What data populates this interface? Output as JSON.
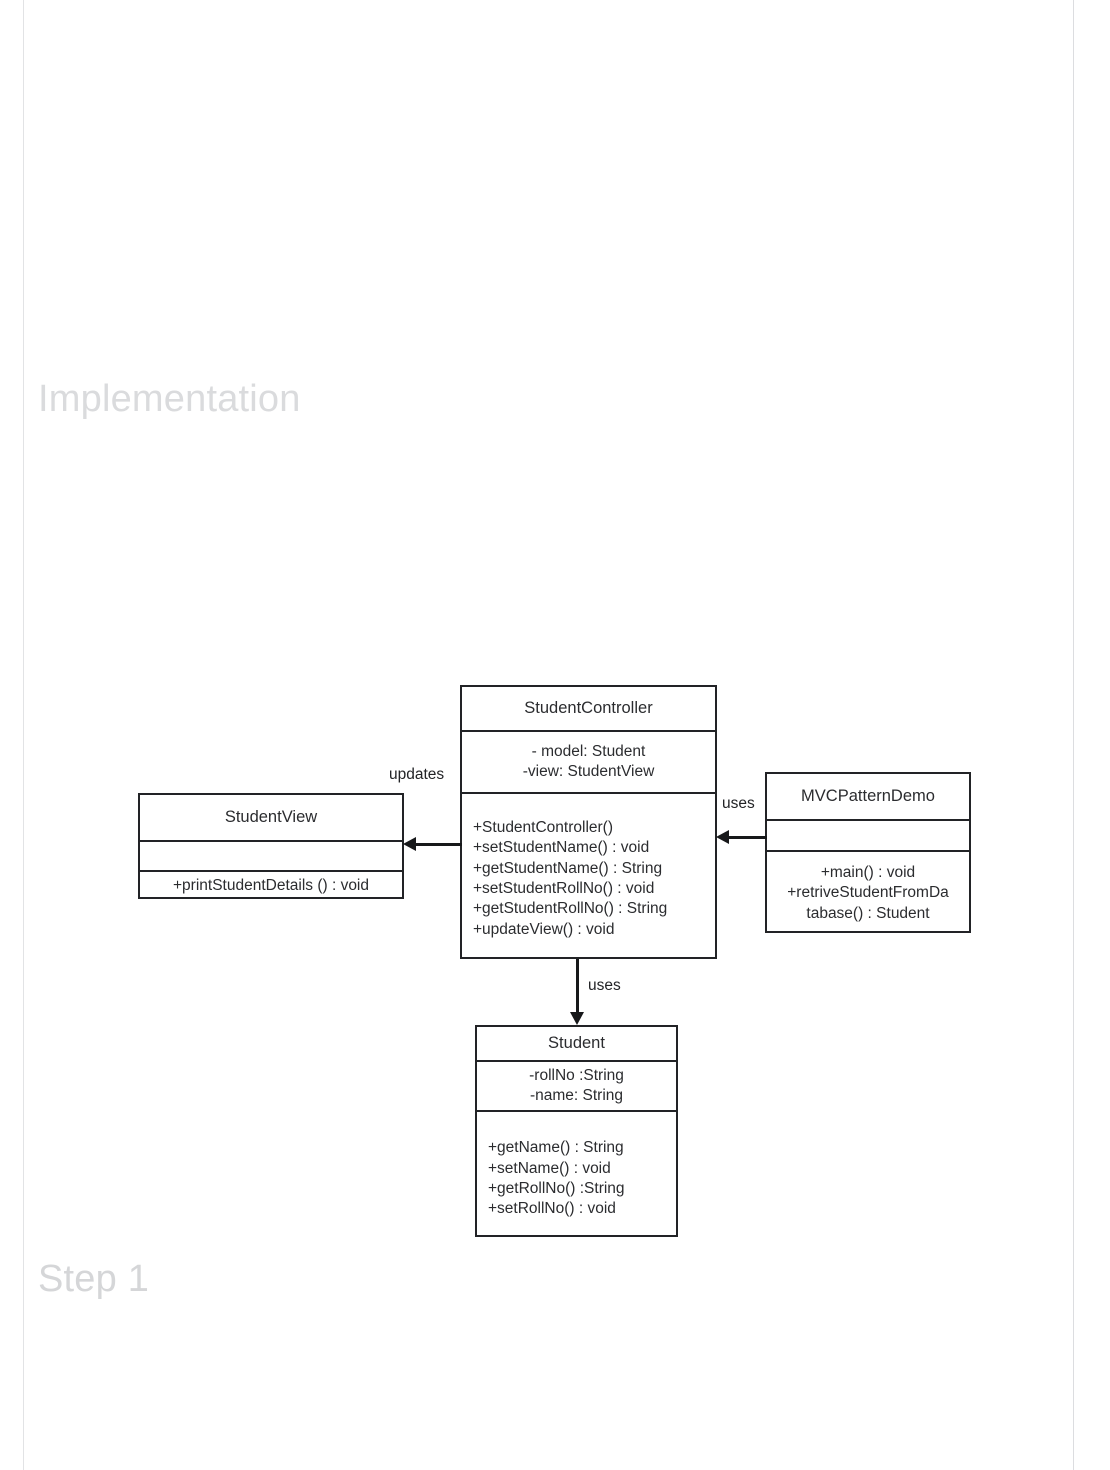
{
  "page": {
    "headings": [
      {
        "id": "implementation",
        "text": "Implementation"
      },
      {
        "id": "step",
        "text": "Step 1"
      }
    ]
  },
  "diagram": {
    "type": "uml-class-diagram",
    "classes": [
      {
        "name": "StudentView",
        "attributes": [],
        "methods": [
          "+printStudentDetails  () : void"
        ],
        "align": "center"
      },
      {
        "name": "StudentController",
        "attributes": [
          "- model: Student",
          "-view: StudentView"
        ],
        "methods": [
          "+StudentController()",
          "+setStudentName()  : void",
          "+getStudentName()  : String",
          "+setStudentRollNo()  : void",
          "+getStudentRollNo()  : String",
          "+updateView()  : void"
        ],
        "align": "left"
      },
      {
        "name": "MVCPatternDemo",
        "attributes": [],
        "methods": [
          "+main()  : void",
          "+retriveStudentFromDa",
          "tabase() : Student"
        ],
        "align": "center"
      },
      {
        "name": "Student",
        "attributes": [
          "-rollNo  :String",
          "-name: String"
        ],
        "methods": [
          "+getName()  : String",
          "+setName()  : void",
          "+getRollNo()  :String",
          "+setRollNo()  : void"
        ],
        "align": "left"
      }
    ],
    "relationships": [
      {
        "id": "updates",
        "label": "updates",
        "from": "StudentController",
        "to": "StudentView",
        "direction": "left"
      },
      {
        "id": "uses-demo",
        "label": "uses",
        "from": "MVCPatternDemo",
        "to": "StudentController",
        "direction": "left"
      },
      {
        "id": "uses-student",
        "label": "uses",
        "from": "StudentController",
        "to": "Student",
        "direction": "down"
      }
    ]
  },
  "colors": {
    "stroke": "#222326",
    "background": "#ffffff",
    "ghost_text": "#dadbdd"
  }
}
